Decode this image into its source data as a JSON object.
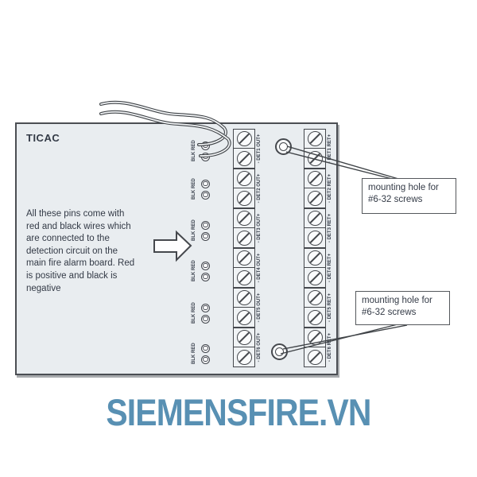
{
  "board": {
    "title": "TICAC",
    "annotation": "All these pins come with\nred and black wires which\nare connected to the\ndetection circuit on the\nmain fire alarm board. Red\nis positive and black is\nnegative",
    "pin_pairs": [
      {
        "top": "RED",
        "bottom": "BLK"
      },
      {
        "top": "RED",
        "bottom": "BLK"
      },
      {
        "top": "RED",
        "bottom": "BLK"
      },
      {
        "top": "RED",
        "bottom": "BLK"
      },
      {
        "top": "RED",
        "bottom": "BLK"
      },
      {
        "top": "RED",
        "bottom": "BLK"
      }
    ],
    "terminals": {
      "left": [
        "- DET1 OUT+",
        "- DET2 OUT+",
        "- DET3 OUT+",
        "- DET4 OUT+",
        "- DET5 OUT+",
        "- DET6 OUT+"
      ],
      "right": [
        "- DET1 RET+",
        "- DET2 RET+",
        "- DET3 RET+",
        "- DET4 RET+",
        "- DET5 RET+",
        "- DET6 RET+"
      ]
    },
    "mounting_holes": [
      {
        "label_line1": "mounting hole for",
        "label_line2": "#6-32 screws"
      },
      {
        "label_line1": "mounting hole for",
        "label_line2": "#6-32 screws"
      }
    ]
  },
  "watermark": {
    "text": "SIEMENSFIRE.VN"
  },
  "colors": {
    "board_fill": "#e9edf0",
    "line": "#45484d",
    "text": "#333a46",
    "watermark_blue": "#5890b3",
    "callout_bg": "#ffffff"
  }
}
